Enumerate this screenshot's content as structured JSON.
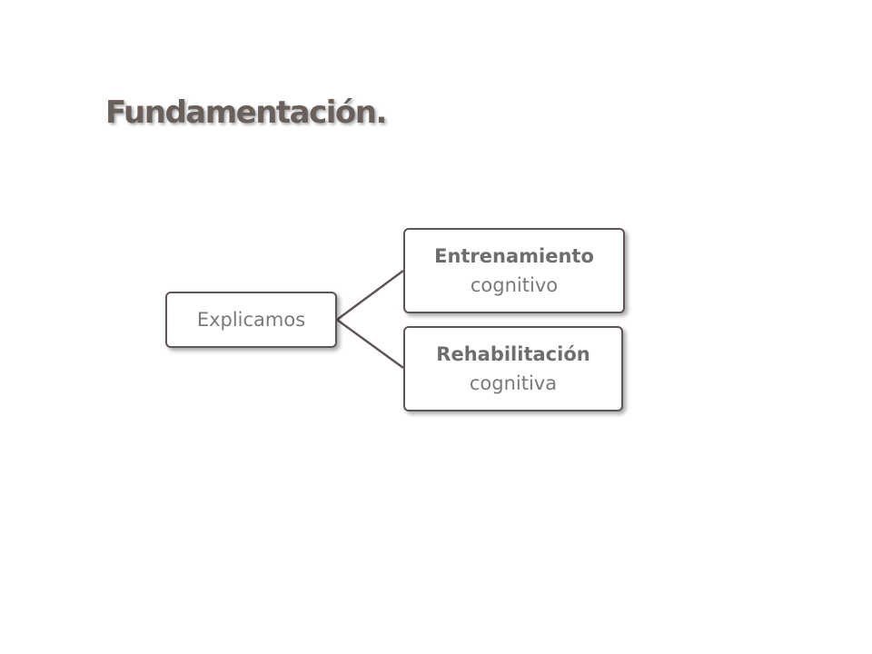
{
  "title": "Fundamentación.",
  "diagram": {
    "root": {
      "label": "Explicamos"
    },
    "children": [
      {
        "title": "Entrenamiento",
        "subtitle": "cognitivo"
      },
      {
        "title": "Rehabilitación",
        "subtitle": "cognitiva"
      }
    ]
  },
  "colors": {
    "border": "#5e5654",
    "text": "#777777",
    "title": "#6a605b"
  }
}
